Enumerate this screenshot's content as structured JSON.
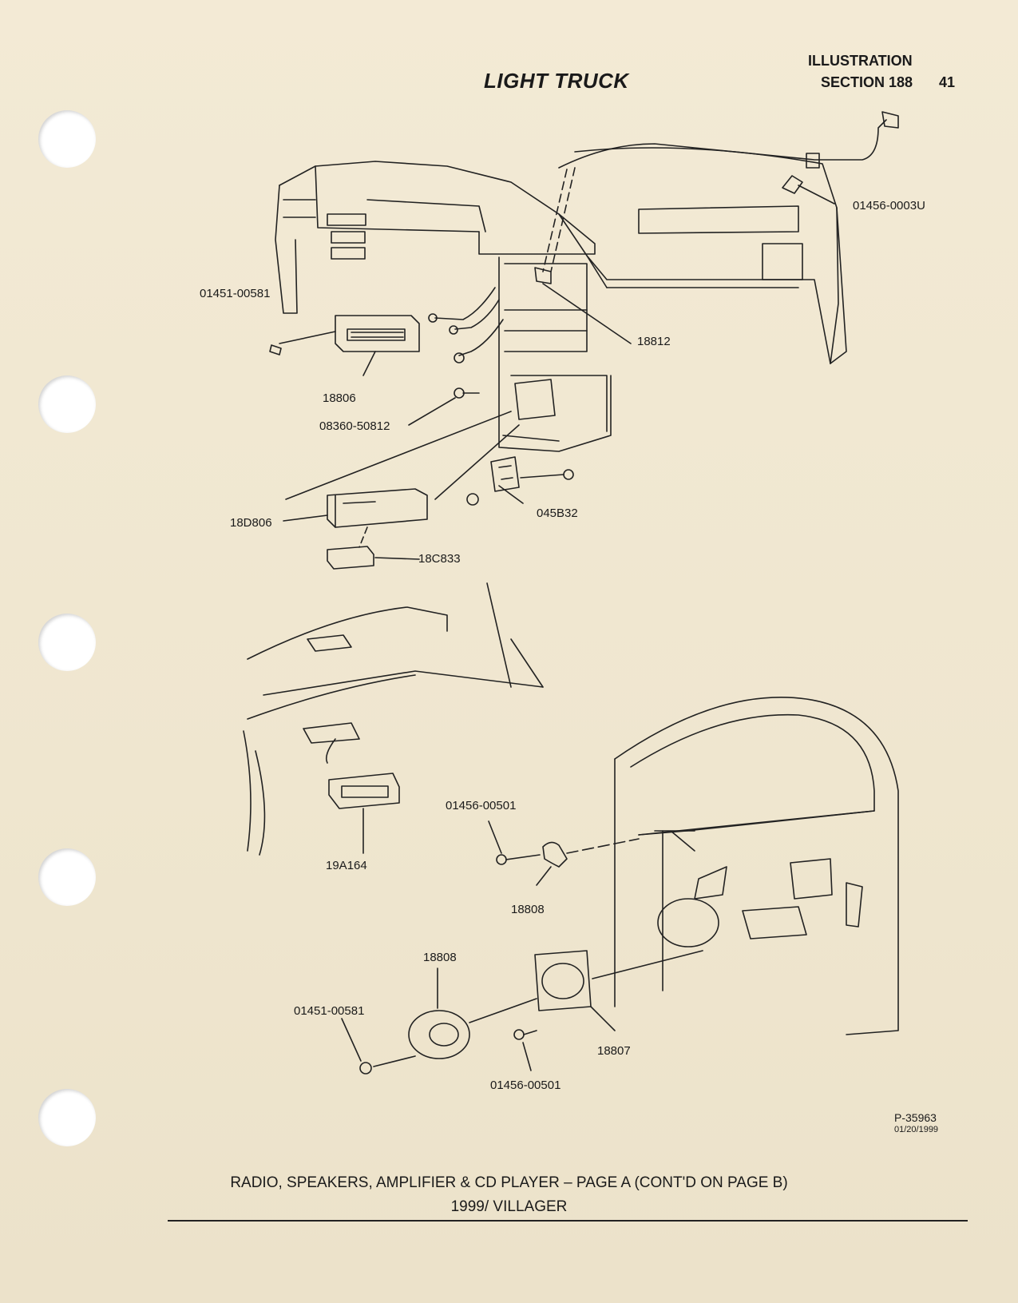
{
  "header": {
    "title": "LIGHT TRUCK",
    "illustration_label": "ILLUSTRATION",
    "section_label": "SECTION 188",
    "page_number": "41"
  },
  "callouts": {
    "c01456_0003U": "01456-0003U",
    "c01451_00581_top": "01451-00581",
    "c18812": "18812",
    "c18806": "18806",
    "c08360_50812": "08360-50812",
    "c18D806": "18D806",
    "c045B32": "045B32",
    "c18C833": "18C833",
    "c19A164": "19A164",
    "c01456_00501_mid": "01456-00501",
    "c18808_mid": "18808",
    "c18808_low": "18808",
    "c01451_00581_low": "01451-00581",
    "c18807": "18807",
    "c01456_00501_low": "01456-00501"
  },
  "reference": {
    "number": "P-35963",
    "date": "01/20/1999"
  },
  "caption": {
    "line1": "RADIO, SPEAKERS, AMPLIFIER & CD PLAYER – PAGE A (CONT'D ON PAGE B)",
    "line2": "1999/ VILLAGER"
  }
}
